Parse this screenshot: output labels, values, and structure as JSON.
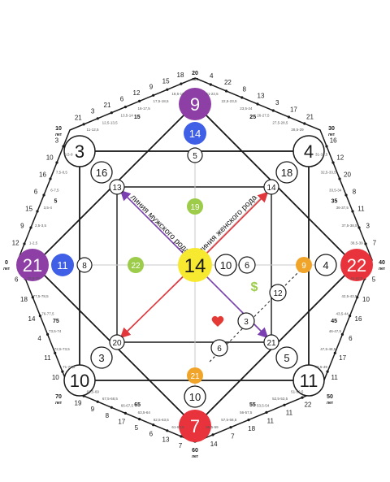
{
  "colors": {
    "purple": "#8e3fa6",
    "blue": "#3f5fe6",
    "cyan": "#35a7d8",
    "green": "#9ccc4a",
    "yellow": "#f6e92f",
    "orange": "#f0a52a",
    "red": "#e8333c",
    "line": "#1a1a1a",
    "arrow_red": "#e0363c",
    "arrow_purple": "#7a3fb0",
    "heart": "#e53935"
  },
  "center": {
    "value": "14",
    "side": "10",
    "right": "6"
  },
  "vertices": {
    "top": "9",
    "top_inner": "14",
    "top_small": "5",
    "left": "21",
    "left_inner": "11",
    "left_small": "8",
    "right": "22",
    "right_inner": "4",
    "right_small": "9",
    "bottom": "7",
    "bottom_inner": "10",
    "bottom_small": "21",
    "tl": "3",
    "tl_inner": "16",
    "tl_small": "13",
    "tr": "4",
    "tr_inner": "18",
    "tr_small": "14",
    "bl": "10",
    "bl_inner": "3",
    "bl_small": "20",
    "br": "11",
    "br_inner": "5",
    "br_small": "21"
  },
  "axis_points": {
    "vertical_green": "19",
    "horizontal_green": "22"
  },
  "money_line": {
    "n1": "12",
    "n2": "3",
    "n3": "6",
    "dollar": "$"
  },
  "lines_text": {
    "male": "линия мужского рода",
    "female": "линия женского рода"
  },
  "age_labels": {
    "a0": "0",
    "a10": "10",
    "a20": "20",
    "a30": "30",
    "a40": "40",
    "a50": "50",
    "a60": "60",
    "a70": "70",
    "a5": "5",
    "a15": "15",
    "a25": "25",
    "a35": "35",
    "a45": "45",
    "a55": "55",
    "a65": "65",
    "a75": "75",
    "years": "лет"
  },
  "outer_numbers": {
    "s1": [
      "21",
      "3",
      "21",
      "6",
      "12",
      "9",
      "15",
      "18"
    ],
    "s2": [
      "4",
      "22",
      "8",
      "13",
      "3",
      "17",
      "21"
    ],
    "s3": [
      "16",
      "12",
      "20",
      "8",
      "11",
      "3",
      "7"
    ],
    "s4": [
      "5",
      "10",
      "16",
      "6",
      "17",
      "11"
    ],
    "s5": [
      "22",
      "11",
      "11",
      "18",
      "7",
      "14"
    ],
    "s6": [
      "7",
      "13",
      "6",
      "5",
      "17",
      "8",
      "9",
      "19"
    ],
    "s7": [
      "10",
      "11",
      "4",
      "14",
      "18",
      "6"
    ],
    "s8": [
      "12",
      "9",
      "15",
      "6",
      "16",
      "10",
      "3"
    ]
  },
  "ranges": {
    "r1": [
      "1-2,5",
      "2,5-3,5",
      "3,5-4",
      "6-7,5",
      "7,5-8,5",
      "8,5-9"
    ],
    "r2": [
      "11-12,5",
      "12,5-13,5",
      "13,5-14",
      "16-17,5",
      "17,5-18,5",
      "18,5-19"
    ],
    "r3": [
      "21-22,5",
      "22,5-23,5",
      "23,5-24",
      "26-27,5",
      "27,5-28,5",
      "28,5-29"
    ],
    "r4": [
      "31-32,5",
      "32,5-33,5",
      "33,5-34",
      "36-37,5",
      "37,5-38,5",
      "38,5-39"
    ],
    "r5": [
      "41-42,5",
      "42,5-43,5",
      "43,5-44",
      "46-47,5",
      "47,5-48,5",
      "48,5-49"
    ],
    "r6": [
      "51-52,5",
      "52,5-53,5",
      "53,5-54",
      "56-57,5",
      "57,5-58,5",
      "58,5-59"
    ],
    "r7": [
      "61-62,5",
      "62,5-63,5",
      "63,5-64",
      "66-67,5",
      "67,5-68,5",
      "68,5-69"
    ],
    "r8": [
      "71-72,5",
      "72,5-73,5",
      "73,5-74",
      "76-77,5",
      "77,5-78,5",
      "78,5-79"
    ]
  }
}
